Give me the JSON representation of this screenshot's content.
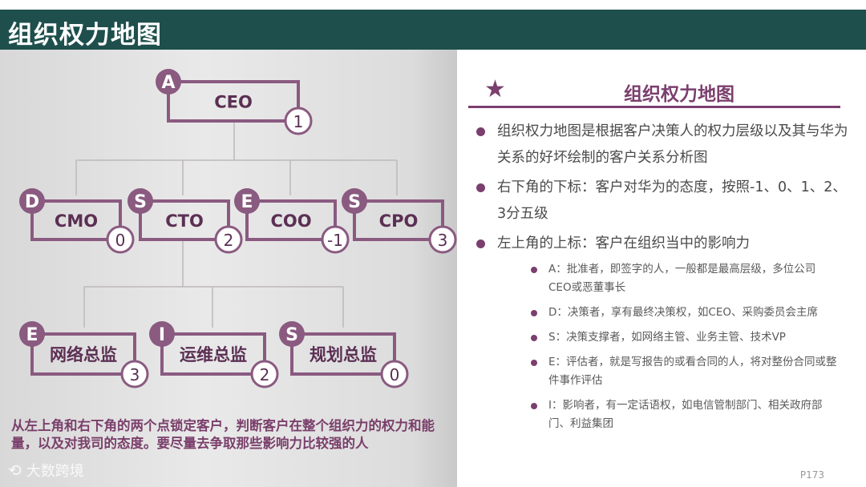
{
  "header": {
    "title": "组织权力地图"
  },
  "chart": {
    "root": {
      "name": "CEO",
      "role": "A",
      "attitude": "1"
    },
    "level2": [
      {
        "name": "CMO",
        "role": "D",
        "attitude": "0"
      },
      {
        "name": "CTO",
        "role": "S",
        "attitude": "2"
      },
      {
        "name": "COO",
        "role": "E",
        "attitude": "-1"
      },
      {
        "name": "CPO",
        "role": "S",
        "attitude": "3"
      }
    ],
    "level3": [
      {
        "name": "网络总监",
        "role": "E",
        "attitude": "3"
      },
      {
        "name": "运维总监",
        "role": "I",
        "attitude": "2"
      },
      {
        "name": "规划总监",
        "role": "S",
        "attitude": "0"
      }
    ]
  },
  "caption": "从左上角和右下角的两个点锁定客户，判断客户在整个组织力的权力和能量，以及对我司的态度。要尽量去争取那些影响力比较强的人",
  "watermark": "大数跨境",
  "right": {
    "star": "★",
    "title": "组织权力地图",
    "bullets": [
      "组织权力地图是根据客户决策人的权力层级以及其与华为关系的好坏绘制的客户关系分析图",
      "右下角的下标：客户对华为的态度，按照-1、0、1、2、3分五级",
      "左上角的上标：客户在组织当中的影响力"
    ],
    "sub_bullets": [
      "A：批准者，即签字的人，一般都是最高层级，多位公司CEO或恶董事长",
      "D：决策者，享有最终决策权，如CEO、采购委员会主席",
      "S：决策支撑者，如网络主管、业务主管、技术VP",
      "E：评估者，就是写报告的或看合同的人，将对整份合同或整件事作评估",
      "I：影响者，有一定话语权，如电信管制部门、相关政府部门、利益集团"
    ],
    "page": "P173"
  },
  "colors": {
    "header_bg": "#1e4f4c",
    "accent": "#7b3f6e",
    "chart_line": "#8a5a80"
  }
}
